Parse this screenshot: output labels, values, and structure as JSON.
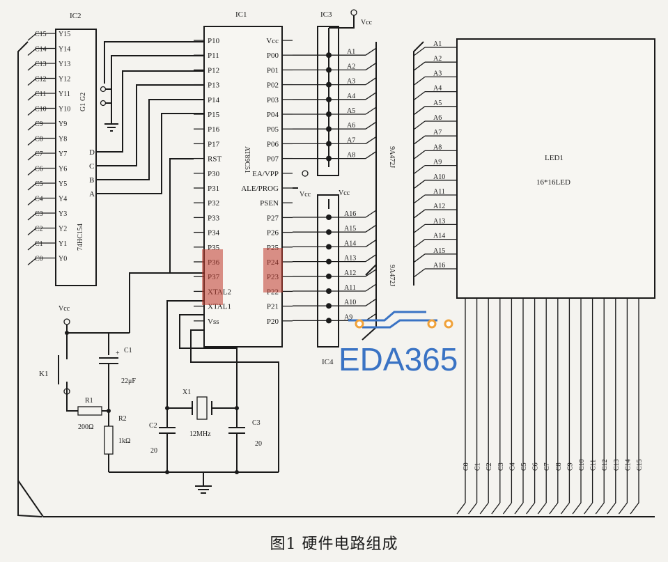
{
  "caption": "图1 硬件电路组成",
  "ic1": {
    "ref": "IC1",
    "part": "AT89C51",
    "left_pins": [
      "P10",
      "P11",
      "P12",
      "P13",
      "P14",
      "P15",
      "P16",
      "P17",
      "RST",
      "P30",
      "P31",
      "P32",
      "P33",
      "P34",
      "P35",
      "P36",
      "P37",
      "XTAL2",
      "XTAL1",
      "Vss"
    ],
    "right_pins": [
      "Vcc",
      "P00",
      "P01",
      "P02",
      "P03",
      "P04",
      "P05",
      "P06",
      "P07",
      "EA/VPP",
      "ALE/PROG",
      "PSEN",
      "P27",
      "P26",
      "P25",
      "P24",
      "P23",
      "P22",
      "P21",
      "P20"
    ]
  },
  "ic2": {
    "ref": "IC2",
    "part": "74HC154",
    "c_labels": [
      "C15",
      "C14",
      "C13",
      "C12",
      "C11",
      "C10",
      "C9",
      "C8",
      "C7",
      "C6",
      "C5",
      "C4",
      "C3",
      "C2",
      "C1",
      "C0"
    ],
    "y_pins": [
      "Y15",
      "Y14",
      "Y13",
      "Y12",
      "Y11",
      "Y10",
      "Y9",
      "Y8",
      "Y7",
      "Y6",
      "Y5",
      "Y4",
      "Y3",
      "Y2",
      "Y1",
      "Y0"
    ],
    "g_pins": [
      "G2",
      "G1"
    ],
    "addr_pins": [
      "D",
      "C",
      "B",
      "A"
    ]
  },
  "ic3": {
    "ref": "IC3",
    "part": "9A472J",
    "vcc": "Vcc",
    "outs": [
      "A1",
      "A2",
      "A3",
      "A4",
      "A5",
      "A6",
      "A7",
      "A8"
    ]
  },
  "ic4": {
    "ref": "IC4",
    "part": "9A472J",
    "vcc": "Vcc",
    "outs": [
      "A16",
      "A15",
      "A14",
      "A13",
      "A12",
      "A11",
      "A10",
      "A9"
    ]
  },
  "led": {
    "ref": "LED1",
    "part": "16*16LED",
    "rows": [
      "A1",
      "A2",
      "A3",
      "A4",
      "A5",
      "A6",
      "A7",
      "A8",
      "A9",
      "A10",
      "A11",
      "A12",
      "A13",
      "A14",
      "A15",
      "A16"
    ],
    "cols": [
      "C0",
      "C1",
      "C2",
      "C3",
      "C4",
      "C5",
      "C6",
      "C7",
      "C8",
      "C9",
      "C10",
      "C11",
      "C12",
      "C13",
      "C14",
      "C15"
    ]
  },
  "reset": {
    "vcc": "Vcc",
    "c1": "C1",
    "c1_val": "22μF",
    "plus": "+",
    "k1": "K1",
    "r1": "R1",
    "r1_val": "200Ω",
    "r2": "R2",
    "r2_val": "1kΩ"
  },
  "crystal": {
    "x1": "X1",
    "freq": "12MHz",
    "c2": "C2",
    "c2_val": "20",
    "c3": "C3",
    "c3_val": "20"
  },
  "ale_vcc": "Vcc",
  "watermark": "EDA365",
  "colors": {
    "ink": "#1a1a1a",
    "paper": "#f4f3ef",
    "watermark_blue": "#3a73c4",
    "watermark_orange": "#f0a23a",
    "red_overlay": "#c0392b"
  }
}
